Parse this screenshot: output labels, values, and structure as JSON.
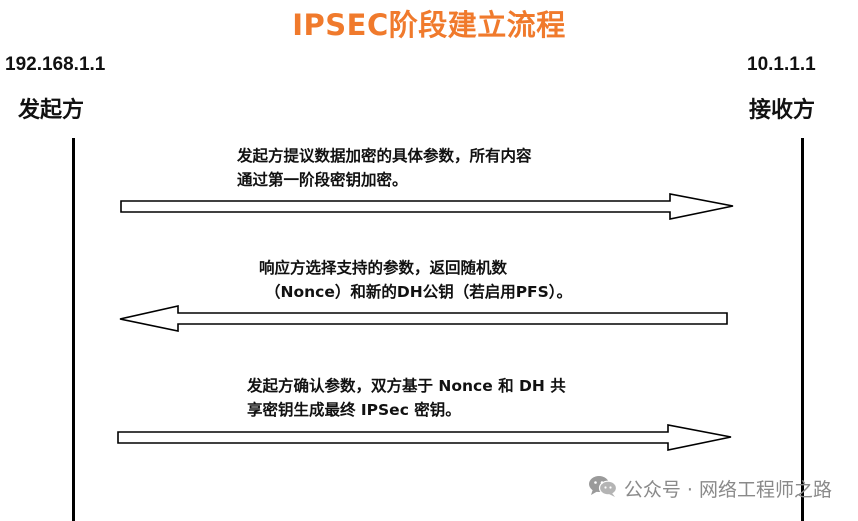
{
  "title": "IPSEC阶段建立流程",
  "left": {
    "ip": "192.168.1.1",
    "role": "发起方"
  },
  "right": {
    "ip": "10.1.1.1",
    "role": "接收方"
  },
  "messages": [
    {
      "line1": "发起方提议数据加密的具体参数，所有内容",
      "line2": "通过第一阶段密钥加密。",
      "direction": "right"
    },
    {
      "line1": "响应方选择支持的参数，返回随机数",
      "line2": "（Nonce）和新的DH公钥（若启用PFS）。",
      "direction": "left"
    },
    {
      "line1": "发起方确认参数，双方基于 Nonce 和 DH 共",
      "line2": "享密钥生成最终 IPSec 密钥。",
      "direction": "right"
    }
  ],
  "watermark": {
    "text": "公众号 · 网络工程师之路",
    "icon": "wechat-icon",
    "color": "#8a8a8a"
  },
  "colors": {
    "title": "#f07a2c",
    "lines": "#000000"
  }
}
